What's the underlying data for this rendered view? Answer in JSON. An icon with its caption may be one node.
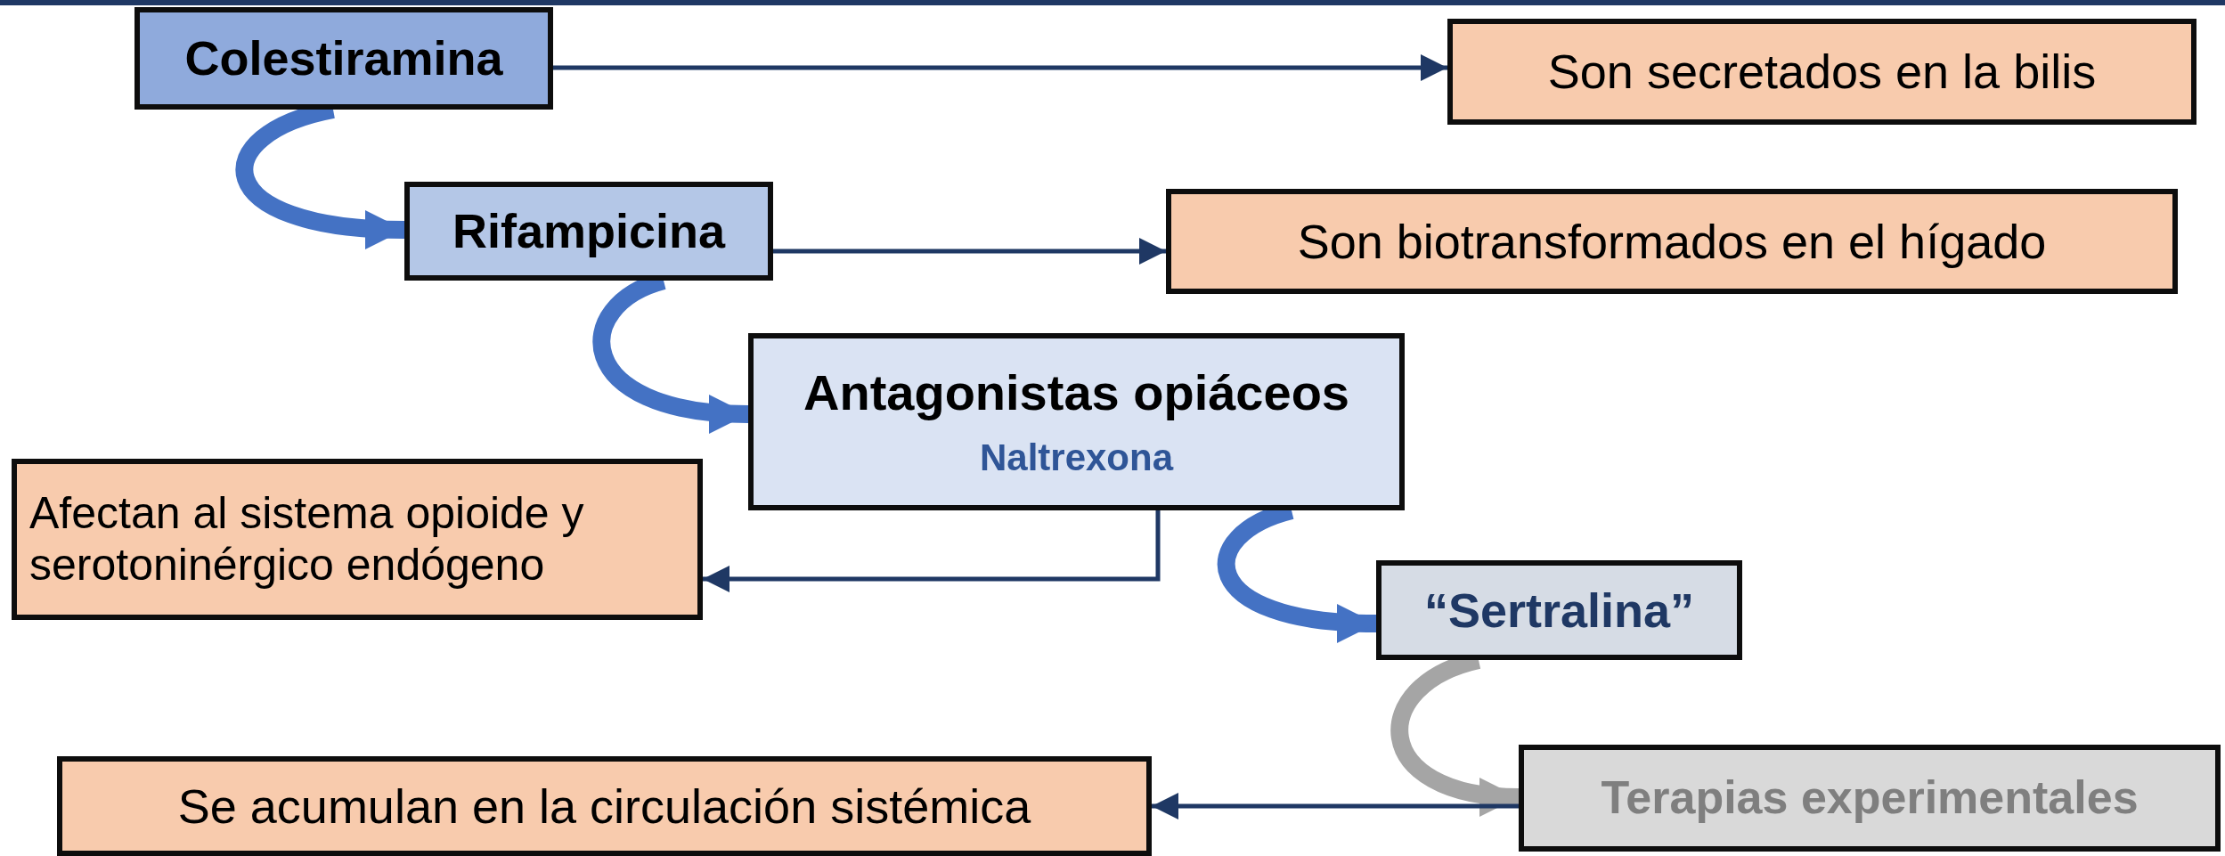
{
  "diagram": {
    "nodes": [
      {
        "text": [
          "Colestiramina"
        ]
      },
      {
        "text": [
          "Son secretados en la bilis"
        ]
      },
      {
        "text": [
          "Rifampicina"
        ]
      },
      {
        "text": [
          "Son biotransformados en el hígado"
        ]
      },
      {
        "text": [
          "Antagonistas opiáceos",
          "Naltrexona"
        ]
      },
      {
        "text": [
          "Afectan al sistema opioide y serotoninérgico endógeno"
        ]
      },
      {
        "text": [
          "“Sertralina”"
        ]
      },
      {
        "text": [
          "Terapias experimentales"
        ]
      },
      {
        "text": [
          "Se acumulan en la circulación sistémica"
        ]
      }
    ],
    "edges": [
      {
        "from": 0,
        "to": 1,
        "arrow": "to"
      },
      {
        "from": 0,
        "to": 2,
        "arrow": "to",
        "style": "thick",
        "color": "#4472c4"
      },
      {
        "from": 2,
        "to": 3,
        "arrow": "to"
      },
      {
        "from": 2,
        "to": 4,
        "arrow": "to",
        "style": "thick",
        "color": "#4472c4"
      },
      {
        "from": 4,
        "to": 5,
        "arrow": "to"
      },
      {
        "from": 4,
        "to": 6,
        "arrow": "to",
        "style": "thick",
        "color": "#4472c4"
      },
      {
        "from": 6,
        "to": 7,
        "arrow": "to",
        "style": "thick",
        "color": "#a5a5a5"
      },
      {
        "from": 7,
        "to": 8,
        "arrow": "to"
      }
    ]
  }
}
